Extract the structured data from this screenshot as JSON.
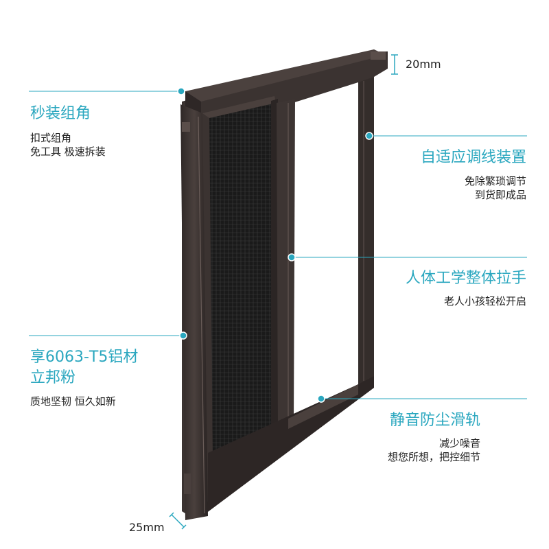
{
  "accent_color": "#2aa7bf",
  "frame_color": "#3b3331",
  "mesh_color": "#1c1c1c",
  "dimensions": {
    "top_profile": "20mm",
    "bottom_profile": "25mm"
  },
  "features": {
    "corner": {
      "title": "秒装组角",
      "line1": "扣式组角",
      "line2": "免工具 极速拆装"
    },
    "adaptive": {
      "title": "自适应调线装置",
      "line1": "免除繁琐调节",
      "line2": "到货即成品"
    },
    "handle": {
      "title": "人体工学整体拉手",
      "line1": "老人小孩轻松开启"
    },
    "material": {
      "title_line1": "享6063-T5铝材",
      "title_line2": "立邦粉",
      "line1": "质地坚韧 恒久如新"
    },
    "rail": {
      "title": "静音防尘滑轨",
      "line1": "减少噪音",
      "line2": "想您所想，把控细节"
    }
  }
}
